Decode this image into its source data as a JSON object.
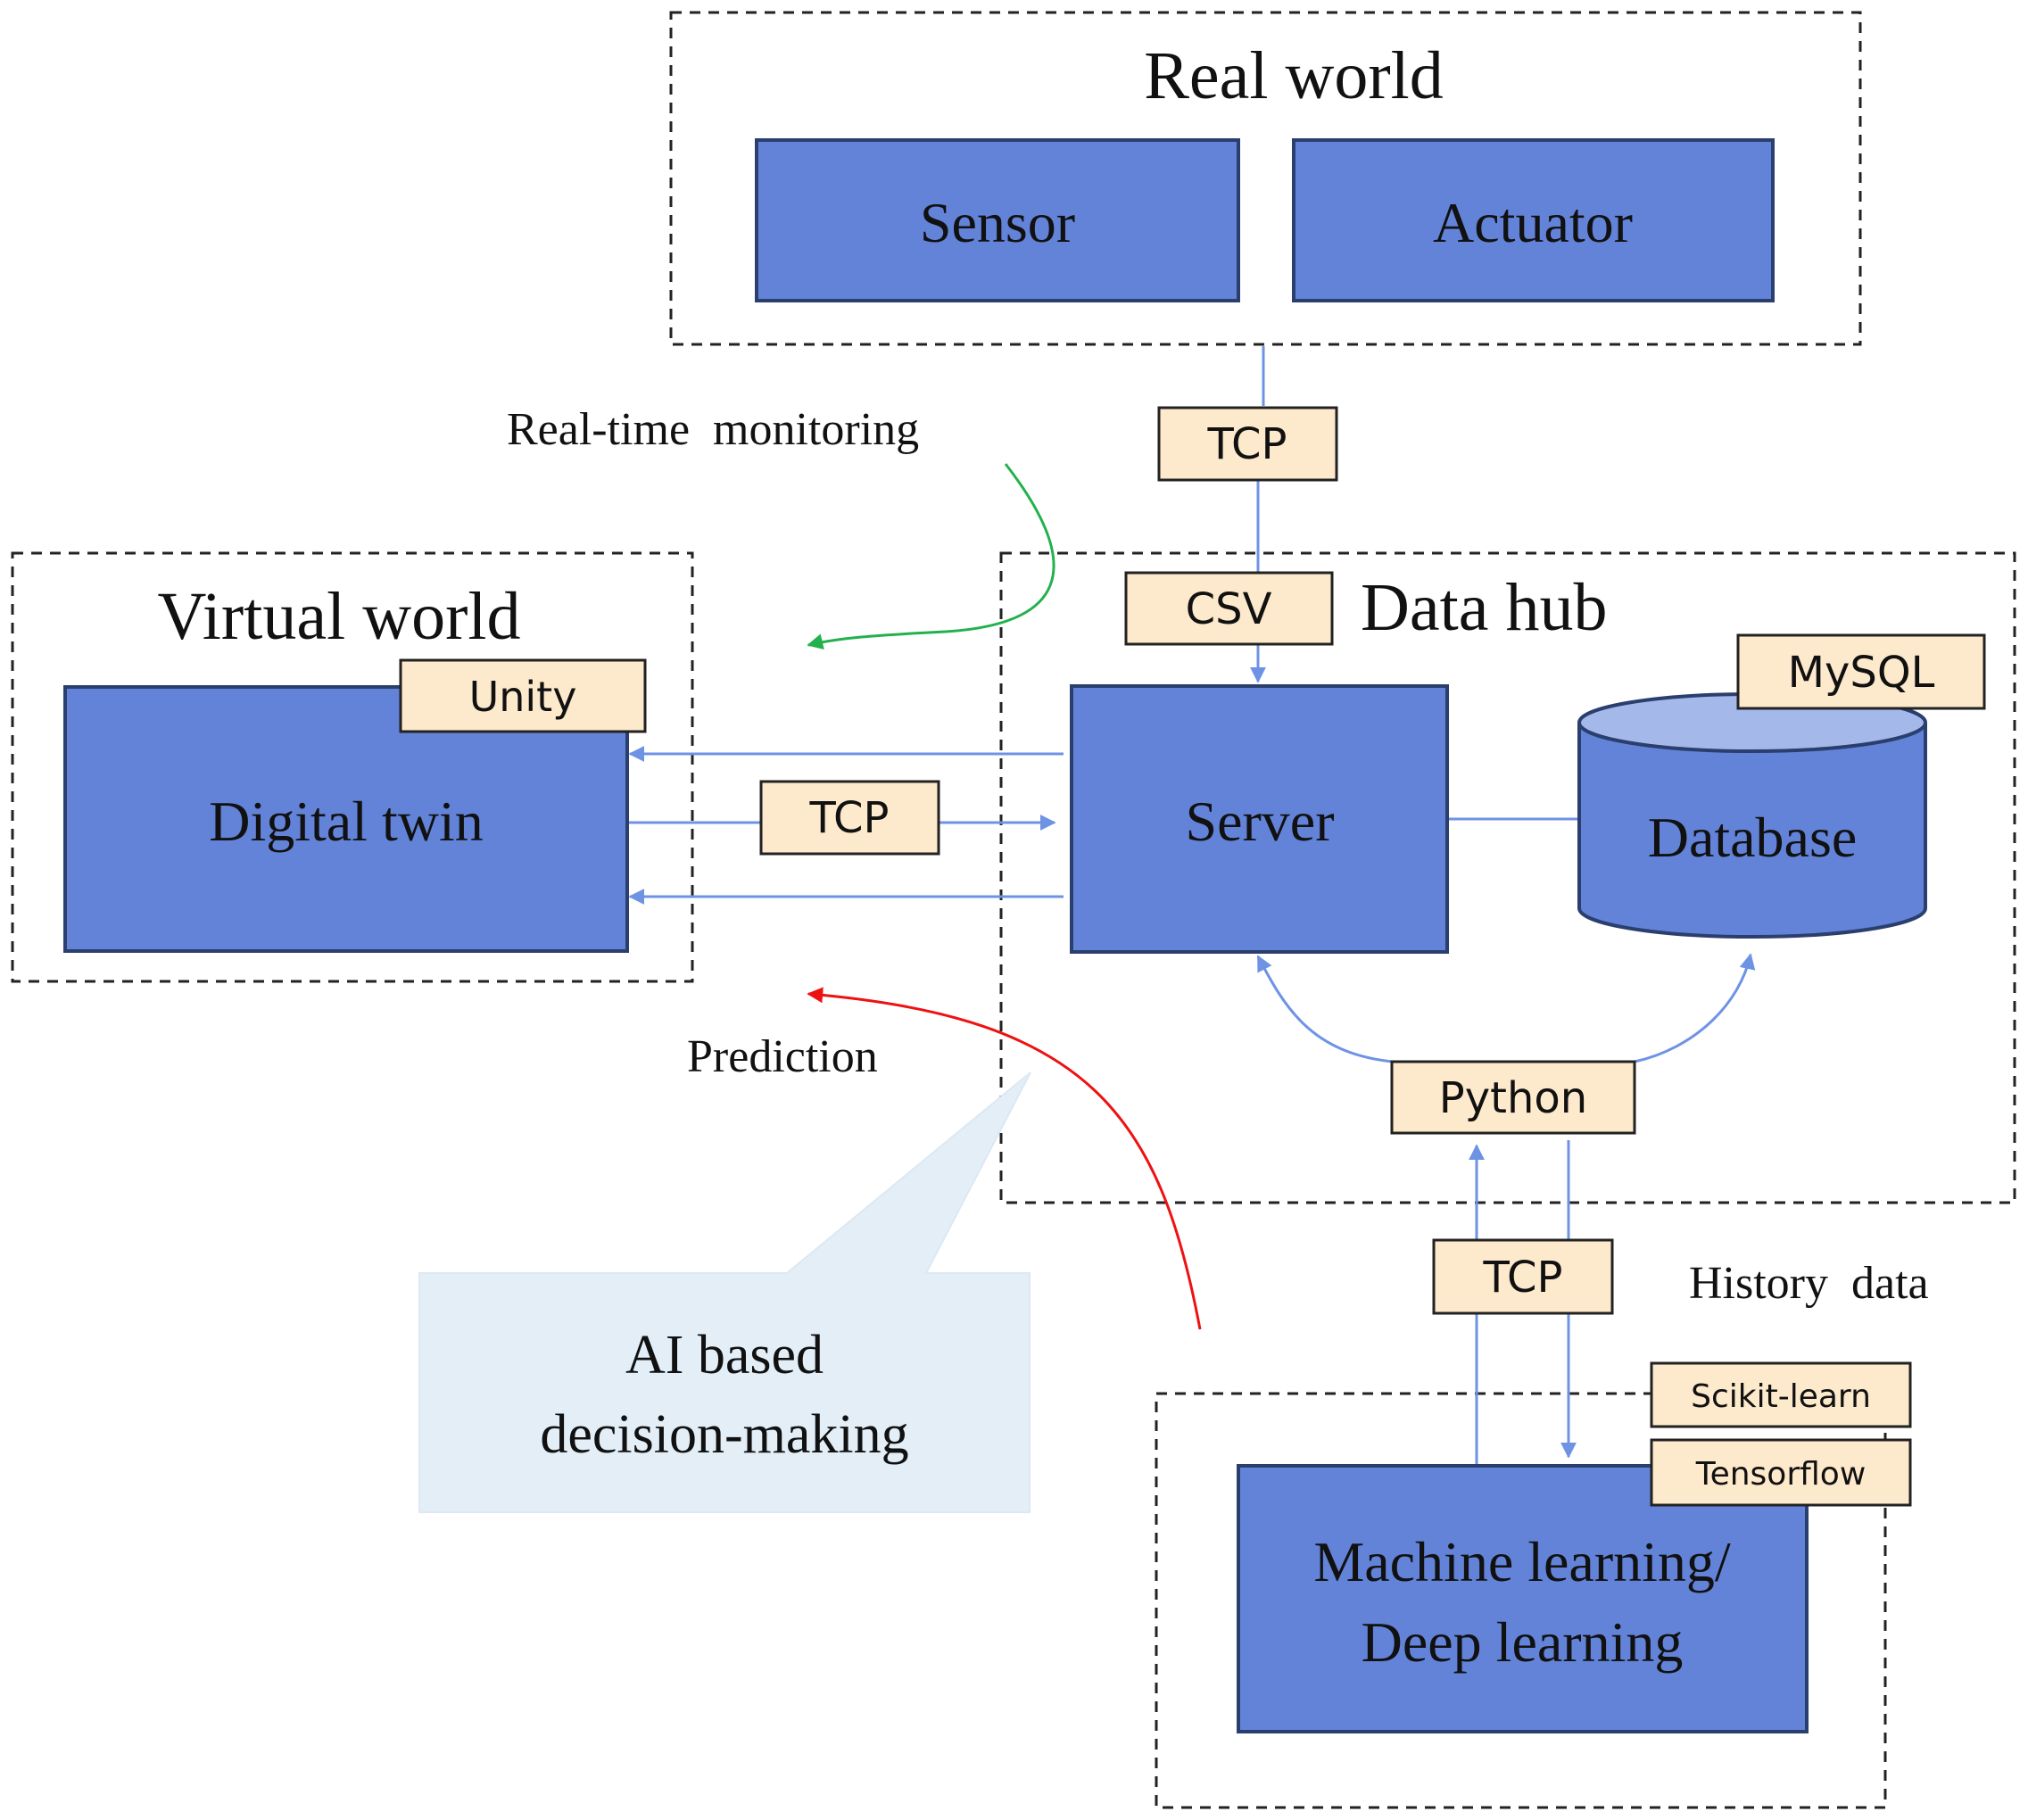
{
  "regions": {
    "real_world": "Real world",
    "virtual_world": "Virtual world",
    "data_hub": "Data hub"
  },
  "blocks": {
    "sensor": "Sensor",
    "actuator": "Actuator",
    "digital_twin": "Digital twin",
    "server": "Server",
    "database": "Database",
    "ml_line1": "Machine learning/",
    "ml_line2": "Deep learning"
  },
  "tags": {
    "tcp_real": "TCP",
    "csv": "CSV",
    "unity": "Unity",
    "tcp_twin": "TCP",
    "mysql": "MySQL",
    "python": "Python",
    "tcp_ml": "TCP",
    "scikit": "Scikit-learn",
    "tensorflow": "Tensorflow"
  },
  "annotations": {
    "realtime": "Real-time  monitoring",
    "prediction": "Prediction",
    "history": "History  data",
    "callout_line1": "AI based",
    "callout_line2": "decision-making"
  },
  "colors": {
    "block_fill": "#6283D8",
    "block_stroke": "#2B3F6E",
    "tag_fill": "#FDE9CB",
    "connector": "#6F93E4",
    "monitoring_arrow": "#22B14C",
    "prediction_arrow": "#EE1111",
    "callout_fill": "#E3EEF7"
  }
}
